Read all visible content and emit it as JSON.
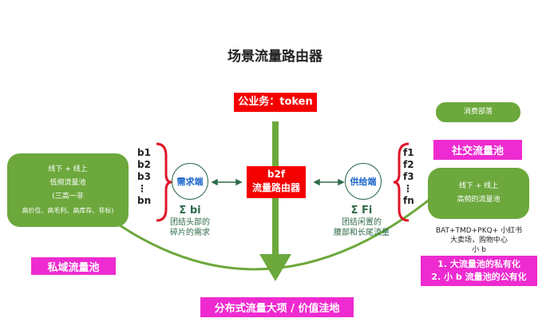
{
  "title": "场景流量路由器",
  "top_label": "公业务：token",
  "router": {
    "line1": "b2f",
    "line2": "流量路由器"
  },
  "demand": {
    "circle": "需求端",
    "sigma": "Σ bi",
    "desc1": "团结头部的",
    "desc2": "碎片的需求",
    "items": [
      "b1",
      "b2",
      "b3",
      "⋮",
      "bn"
    ]
  },
  "supply": {
    "circle": "供给端",
    "sigma": "Σ Fi",
    "desc1": "团结闲置的",
    "desc2": "腰部和长尾流量",
    "items": [
      "f1",
      "f2",
      "f3",
      "⋮",
      "fn"
    ]
  },
  "left_pool": {
    "line1": "线下 + 线上",
    "line2": "低频流量池",
    "line3": "(三高一非",
    "line4": "高价位、高毛利、高库存、非标)",
    "label": "私域流量池"
  },
  "right_top": {
    "tribe": "消费部落",
    "label": "社交流量池"
  },
  "right_pool": {
    "line1": "线下 + 线上",
    "line2": "高频的流量池",
    "note1": "BAT+TMD+PKQ+ 小红书",
    "note2": "大卖场，购物中心",
    "note3": "小 b",
    "goal1": "1. 大流量池的私有化",
    "goal2": "2. 小 b 流量池的公有化"
  },
  "bottom_label": "分布式流量大项 / 价值洼地",
  "colors": {
    "green": "#6ca83c",
    "red": "#f40000",
    "pink": "#ee2bd0"
  }
}
